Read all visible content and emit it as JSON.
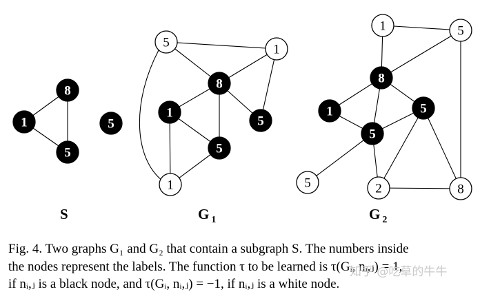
{
  "figure": {
    "graphs": [
      {
        "id": "S",
        "label": "S",
        "subscript": "",
        "nodes": [
          {
            "id": "s8",
            "label": "8",
            "color": "black"
          },
          {
            "id": "s1",
            "label": "1",
            "color": "black"
          },
          {
            "id": "s5a",
            "label": "5",
            "color": "black"
          },
          {
            "id": "s5b",
            "label": "5",
            "color": "black"
          }
        ],
        "edges": [
          [
            "s8",
            "s1"
          ],
          [
            "s8",
            "s5b"
          ],
          [
            "s1",
            "s5b"
          ]
        ]
      },
      {
        "id": "G1",
        "label": "G",
        "subscript": "1",
        "nodes": [
          {
            "id": "a5",
            "label": "5",
            "color": "white"
          },
          {
            "id": "a1t",
            "label": "1",
            "color": "white"
          },
          {
            "id": "a8",
            "label": "8",
            "color": "black"
          },
          {
            "id": "a1m",
            "label": "1",
            "color": "black"
          },
          {
            "id": "a5r",
            "label": "5",
            "color": "black"
          },
          {
            "id": "a5m",
            "label": "5",
            "color": "black"
          },
          {
            "id": "a1b",
            "label": "1",
            "color": "white"
          }
        ],
        "edges": [
          [
            "a5",
            "a1t"
          ],
          [
            "a5",
            "a8"
          ],
          [
            "a1t",
            "a8"
          ],
          [
            "a1t",
            "a5r"
          ],
          [
            "a8",
            "a1m"
          ],
          [
            "a8",
            "a5r"
          ],
          [
            "a8",
            "a5m"
          ],
          [
            "a1m",
            "a5m"
          ],
          [
            "a1m",
            "a1b"
          ],
          [
            "a5m",
            "a1b"
          ],
          [
            "a5",
            "a1b"
          ]
        ]
      },
      {
        "id": "G2",
        "label": "G",
        "subscript": "2",
        "nodes": [
          {
            "id": "b1",
            "label": "1",
            "color": "white"
          },
          {
            "id": "b5t",
            "label": "5",
            "color": "white"
          },
          {
            "id": "b8",
            "label": "8",
            "color": "black"
          },
          {
            "id": "b1m",
            "label": "1",
            "color": "black"
          },
          {
            "id": "b5r",
            "label": "5",
            "color": "black"
          },
          {
            "id": "b5c",
            "label": "5",
            "color": "black"
          },
          {
            "id": "b5w",
            "label": "5",
            "color": "white"
          },
          {
            "id": "b2",
            "label": "2",
            "color": "white"
          },
          {
            "id": "b8w",
            "label": "8",
            "color": "white"
          }
        ],
        "edges": [
          [
            "b1",
            "b5t"
          ],
          [
            "b1",
            "b8"
          ],
          [
            "b8",
            "b5t"
          ],
          [
            "b5t",
            "b8w"
          ],
          [
            "b8",
            "b1m"
          ],
          [
            "b8",
            "b5r"
          ],
          [
            "b8",
            "b5c"
          ],
          [
            "b1m",
            "b5c"
          ],
          [
            "b5r",
            "b5c"
          ],
          [
            "b5c",
            "b5w"
          ],
          [
            "b5c",
            "b2"
          ],
          [
            "b5r",
            "b2"
          ],
          [
            "b5r",
            "b8w"
          ],
          [
            "b2",
            "b8w"
          ]
        ]
      }
    ],
    "caption": {
      "line1": "Fig. 4.   Two graphs G₁ and G₂ that contain a subgraph S. The numbers inside",
      "line2": "the nodes represent the labels. The function τ to be learned is τ(Gᵢ, nᵢ,ⱼ) = 1,",
      "line3": "if nᵢ,ⱼ is a black node, and τ(Gᵢ, nᵢ,ⱼ) = −1, if nᵢ,ⱼ is a white node."
    },
    "watermark": "知乎 @吃草的牛牛"
  }
}
